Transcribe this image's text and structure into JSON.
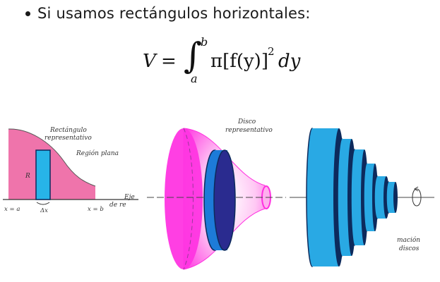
{
  "bullet": {
    "text": "Si usamos rectángulos horizontales:"
  },
  "formula": {
    "lhs": "V",
    "equals": "=",
    "integral": "∫",
    "upper": "b",
    "lower": "a",
    "integrand": "π[f(y)]",
    "exponent": "2",
    "differential": "dy"
  },
  "fig1": {
    "label_rect": "Rectángulo",
    "label_rect2": "representativo",
    "label_region": "Región plana",
    "label_R": "R",
    "label_xa": "x = a",
    "label_dx": "Δx",
    "label_xb": "x = b",
    "label_eje1": "Eje",
    "label_eje2": "de re",
    "colors": {
      "region": "#ef74ab",
      "rect": "#27b4e8"
    }
  },
  "fig2": {
    "label_disco": "Disco",
    "label_disco2": "representativo",
    "colors": {
      "solid": "#ff2fe0",
      "disk": "#1d7bd8",
      "disk_dark": "#2a2b8f"
    }
  },
  "fig3": {
    "label_macion": "mación",
    "label_discos": "discos",
    "colors": {
      "disk": "#29a9e4",
      "edge": "#0d2a5c"
    }
  }
}
